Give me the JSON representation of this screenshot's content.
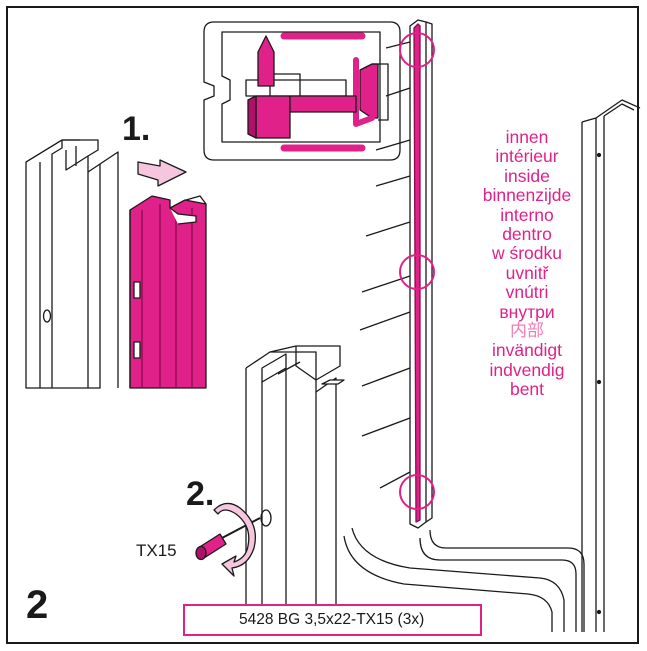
{
  "steps": {
    "step1": "1.",
    "step2": "2."
  },
  "page_number": "2",
  "tool": "TX15",
  "orientation_labels": [
    "innen",
    "intérieur",
    "inside",
    "binnenzijde",
    "interno",
    "dentro",
    "w środku",
    "uvnitř",
    "vnútri",
    "внутри",
    "内部",
    "invändigt",
    "indvendig",
    "bent"
  ],
  "part": {
    "label": "5428 BG 3,5x22-TX15 (3x)"
  },
  "colors": {
    "accent": "#e0218a",
    "accent_light": "#f4a9cf",
    "line": "#1a1a1a"
  }
}
